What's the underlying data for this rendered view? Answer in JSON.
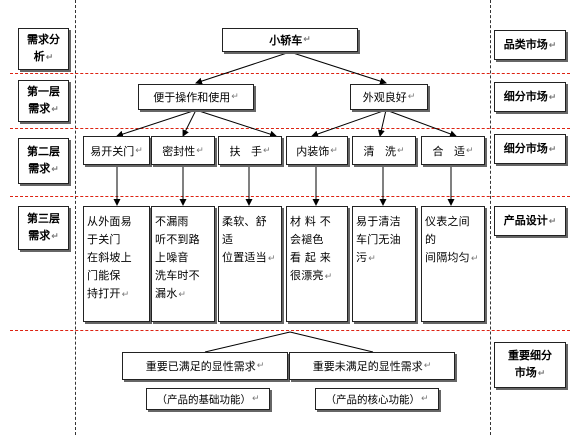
{
  "left_labels": [
    {
      "text": "需求分\n析",
      "mark": "↵"
    },
    {
      "text": "第一层\n需求",
      "mark": "↵"
    },
    {
      "text": "第二层\n需求",
      "mark": "↵"
    },
    {
      "text": "第三层\n需求",
      "mark": "↵"
    }
  ],
  "right_labels": [
    {
      "text": "品类市场",
      "mark": "↵"
    },
    {
      "text": "细分市场",
      "mark": "↵"
    },
    {
      "text": "细分市场",
      "mark": "↵"
    },
    {
      "text": "产品设计",
      "mark": "↵"
    },
    {
      "text": "重要细分\n市场",
      "mark": "↵"
    }
  ],
  "root": {
    "text": "小轿车",
    "mark": "↵"
  },
  "level1": [
    {
      "text": "便于操作和使用",
      "mark": "↵"
    },
    {
      "text": "外观良好",
      "mark": "↵"
    }
  ],
  "level2": [
    {
      "text": "易开关门",
      "mark": "↵"
    },
    {
      "text": "密封性",
      "mark": "↵"
    },
    {
      "text": "扶   手",
      "mark": "↵"
    },
    {
      "text": "内装饰",
      "mark": "↵"
    },
    {
      "text": "清   洗",
      "mark": "↵"
    },
    {
      "text": "合   适",
      "mark": "↵"
    }
  ],
  "level3": [
    {
      "text": "从外面易\n于关门\n在斜坡上\n门能保\n持打开",
      "mark": "↵"
    },
    {
      "text": "不漏雨\n听不到路\n上噪音\n洗车时不\n漏水",
      "mark": "↵"
    },
    {
      "text": "柔软、舒\n适\n位置适当",
      "mark": "↵"
    },
    {
      "text": "材 料 不\n会褪色\n看 起 来\n很漂亮",
      "mark": "↵"
    },
    {
      "text": "易于清洁\n车门无油\n污",
      "mark": "↵"
    },
    {
      "text": "仪表之间\n的\n间隔均匀",
      "mark": "↵"
    }
  ],
  "bottom": [
    {
      "text": "重要已满足的显性需求",
      "mark": "↵",
      "sub": "（产品的基础功能）",
      "sub_mark": "↵"
    },
    {
      "text": "重要未满足的显性需求",
      "mark": "↵",
      "sub": "（产品的核心功能）",
      "sub_mark": "↵"
    }
  ]
}
